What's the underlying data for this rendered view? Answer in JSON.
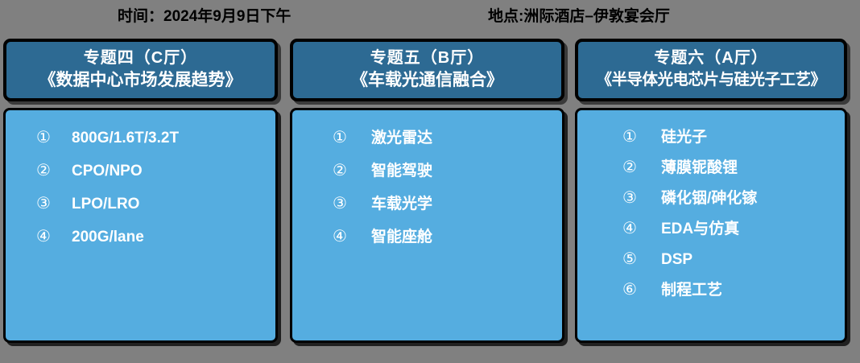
{
  "meta": {
    "time": "时间：2024年9月9日下午",
    "place": "地点:洲际酒店–伊敦宴会厅"
  },
  "colors": {
    "background": "#808080",
    "header_blue": "#2d6a93",
    "body_blue": "#55ade0",
    "border": "#000000",
    "text_light": "#ffffff",
    "text_dark": "#000000"
  },
  "panels": [
    {
      "title": "专题四（C厅）",
      "subtitle": "《数据中心市场发展趋势》",
      "items": [
        {
          "num": "①",
          "label": "800G/1.6T/3.2T"
        },
        {
          "num": "②",
          "label": "CPO/NPO"
        },
        {
          "num": "③",
          "label": "LPO/LRO"
        },
        {
          "num": "④",
          "label": "200G/lane"
        }
      ]
    },
    {
      "title": "专题五（B厅）",
      "subtitle": "《车载光通信融合》",
      "items": [
        {
          "num": "①",
          "label": "激光雷达"
        },
        {
          "num": "②",
          "label": "智能驾驶"
        },
        {
          "num": "③",
          "label": "车载光学"
        },
        {
          "num": "④",
          "label": "智能座舱"
        }
      ]
    },
    {
      "title": "专题六（A厅）",
      "subtitle": "《半导体光电芯片与硅光子工艺》",
      "items": [
        {
          "num": "①",
          "label": "硅光子"
        },
        {
          "num": "②",
          "label": "薄膜铌酸锂"
        },
        {
          "num": "③",
          "label": "磷化铟/砷化镓"
        },
        {
          "num": "④",
          "label": "EDA与仿真"
        },
        {
          "num": "⑤",
          "label": "DSP"
        },
        {
          "num": "⑥",
          "label": "制程工艺"
        }
      ]
    }
  ]
}
